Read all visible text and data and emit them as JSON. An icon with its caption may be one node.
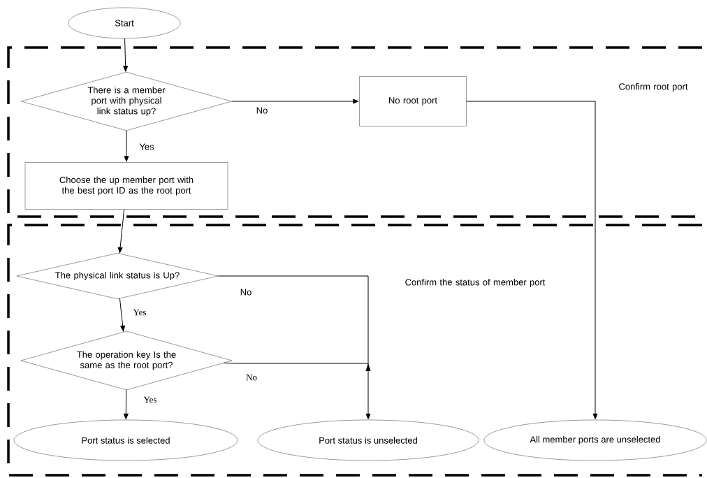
{
  "diagram": {
    "nodes": [
      {
        "text": [
          "Start"
        ]
      },
      {
        "text": [
          "Confirm root port"
        ]
      },
      {
        "text": [
          "There is a member port with physical link status up?"
        ],
        "in": 1
      },
      {
        "text": [
          "No root port"
        ],
        "in": 1
      },
      {
        "text": [
          "Choose the up member port with the best port ID as the root port"
        ],
        "in": 1
      },
      {
        "text": [
          "Confirm the status of member port"
        ]
      },
      {
        "text": [
          "The physical link status is Up?"
        ],
        "in": 5
      },
      {
        "text": [
          "The operation key Is the same as the root port?"
        ],
        "in": 5
      },
      {
        "text": [
          "Port status is selected"
        ],
        "in": 5
      },
      {
        "text": [
          "Port status is unselected"
        ],
        "in": 5
      },
      {
        "text": [
          "All member ports are unselected"
        ],
        "in": 5
      }
    ],
    "edges": [
      {
        "from": 0,
        "to": 2,
        "arrow": "to"
      },
      {
        "from": 2,
        "to": 3,
        "arrow": "to",
        "label": "No"
      },
      {
        "from": 2,
        "to": 4,
        "arrow": "to",
        "label": "Yes"
      },
      {
        "from": 4,
        "to": 6,
        "arrow": "to"
      },
      {
        "from": 3,
        "to": 10,
        "arrow": "to"
      },
      {
        "from": 6,
        "to": 9,
        "arrow": "to",
        "label": "No"
      },
      {
        "from": 6,
        "to": 7,
        "arrow": "to",
        "label": "Yes"
      },
      {
        "from": 7,
        "to": 9,
        "arrow": "to",
        "label": "No"
      },
      {
        "from": 7,
        "to": 8,
        "arrow": "to",
        "label": "Yes"
      }
    ]
  }
}
